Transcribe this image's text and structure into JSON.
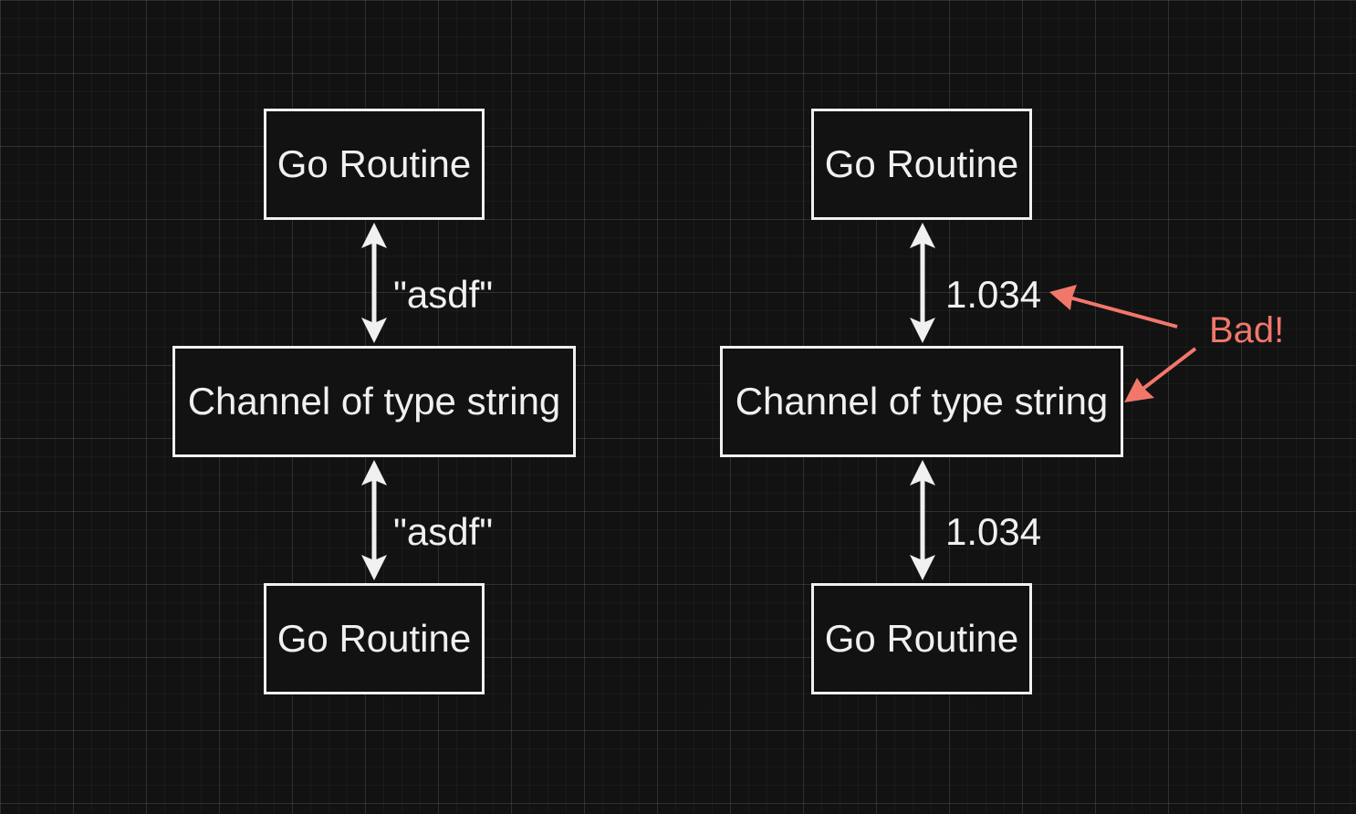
{
  "colors": {
    "background": "#121212",
    "stroke": "#f0f0f0",
    "annotation": "#f2776b"
  },
  "left": {
    "top_node": "Go Routine",
    "channel_node": "Channel of type string",
    "bottom_node": "Go Routine",
    "upper_edge_label": "\"asdf\"",
    "lower_edge_label": "\"asdf\""
  },
  "right": {
    "top_node": "Go Routine",
    "channel_node": "Channel of type string",
    "bottom_node": "Go Routine",
    "upper_edge_label": "1.034",
    "lower_edge_label": "1.034"
  },
  "annotation": {
    "text": "Bad!"
  }
}
